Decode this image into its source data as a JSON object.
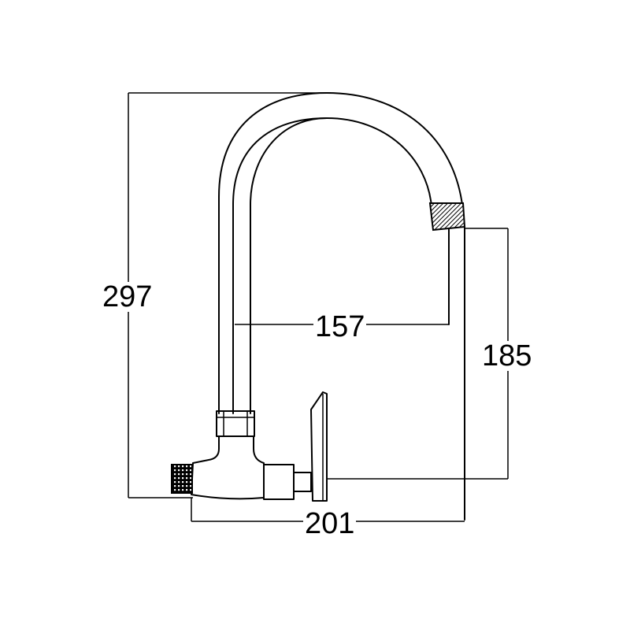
{
  "dimensions": {
    "overall_height": "297",
    "spout_reach": "157",
    "spout_height": "185",
    "overall_depth": "201"
  }
}
